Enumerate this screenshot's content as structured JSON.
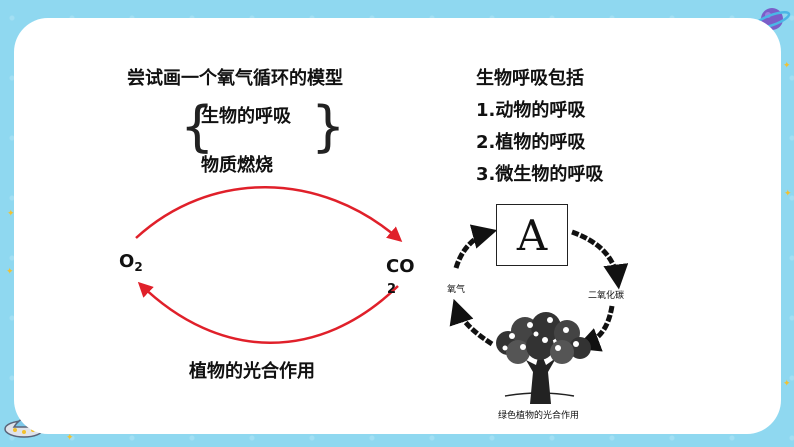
{
  "left": {
    "heading": "尝试画一个氧气循环的模型",
    "brace_items": [
      "生物的呼吸",
      "物质燃烧"
    ],
    "o2_base": "O",
    "o2_sub": "2",
    "co2_base": "CO",
    "co2_sub": "2",
    "bottom_label": "植物的光合作用"
  },
  "right": {
    "title": "生物呼吸包括",
    "items": [
      "1.动物的呼吸",
      "2.植物的呼吸",
      "3.微生物的呼吸"
    ]
  },
  "cycle_figure": {
    "box_letter": "A",
    "left_label": "氧气",
    "right_label": "二氧化碳",
    "caption": "绿色植物的光合作用"
  },
  "colors": {
    "background": "#8fd8f0",
    "arrow": "#e0202a",
    "card": "#ffffff"
  }
}
